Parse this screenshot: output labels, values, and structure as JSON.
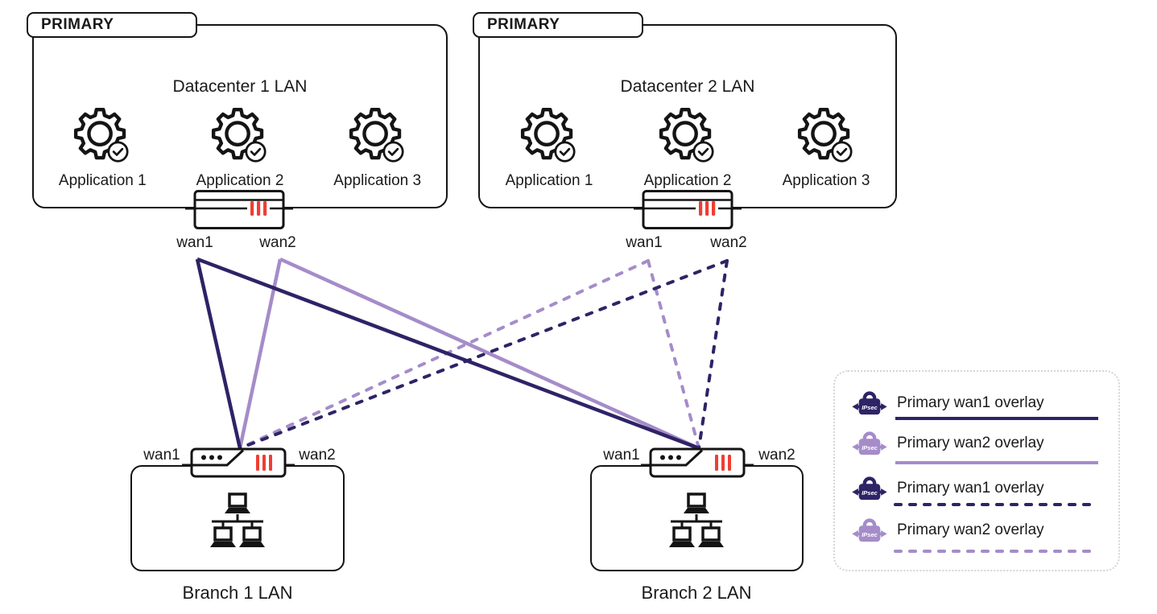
{
  "colors": {
    "dark_purple": "#2e2366",
    "light_purple": "#a58cc9",
    "accent_red": "#ee3e33",
    "outline_black": "#141414",
    "text": "#1a1a1c",
    "legend_border": "#d4d4da"
  },
  "datacenters": [
    {
      "id": "datacenter1",
      "tag": "PRIMARY",
      "title": "Datacenter 1 LAN",
      "applications": [
        "Application 1",
        "Application 2",
        "Application 3"
      ],
      "wan_ports": [
        "wan1",
        "wan2"
      ]
    },
    {
      "id": "datacenter2",
      "tag": "PRIMARY",
      "title": "Datacenter 2 LAN",
      "applications": [
        "Application 1",
        "Application 2",
        "Application 3"
      ],
      "wan_ports": [
        "wan1",
        "wan2"
      ]
    }
  ],
  "branches": [
    {
      "id": "branch1",
      "title": "Branch 1 LAN",
      "wan_ports": [
        "wan1",
        "wan2"
      ]
    },
    {
      "id": "branch2",
      "title": "Branch 2 LAN",
      "wan_ports": [
        "wan1",
        "wan2"
      ]
    }
  ],
  "overlays": [
    {
      "from": "datacenter1-wan1",
      "to": [
        "branch1-router",
        "branch2-router"
      ],
      "line": "solid",
      "color": "dark_purple"
    },
    {
      "from": "datacenter1-wan2",
      "to": [
        "branch1-router",
        "branch2-router"
      ],
      "line": "solid",
      "color": "light_purple"
    },
    {
      "from": "datacenter2-wan1",
      "to": [
        "branch1-router",
        "branch2-router"
      ],
      "line": "dashed",
      "color": "light_purple"
    },
    {
      "from": "datacenter2-wan2",
      "to": [
        "branch1-router",
        "branch2-router"
      ],
      "line": "dashed",
      "color": "dark_purple"
    }
  ],
  "legend": {
    "items": [
      {
        "icon": "ipsec-lock-icon",
        "icon_color": "dark_purple",
        "label": "Primary wan1 overlay",
        "line": "solid",
        "line_color": "dark_purple"
      },
      {
        "icon": "ipsec-lock-icon",
        "icon_color": "light_purple",
        "label": "Primary wan2 overlay",
        "line": "solid",
        "line_color": "light_purple"
      },
      {
        "icon": "ipsec-lock-icon",
        "icon_color": "dark_purple",
        "label": "Primary  wan1 overlay",
        "line": "dashed",
        "line_color": "dark_purple"
      },
      {
        "icon": "ipsec-lock-icon",
        "icon_color": "light_purple",
        "label": "Primary wan2 overlay",
        "line": "dashed",
        "line_color": "light_purple"
      }
    ]
  }
}
